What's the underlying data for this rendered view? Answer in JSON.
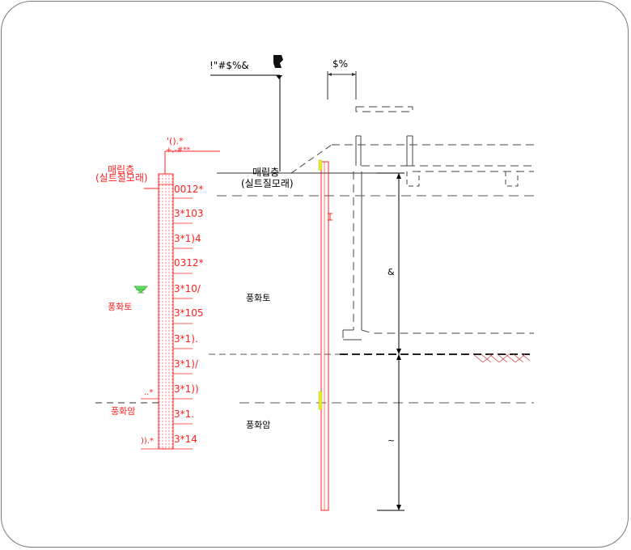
{
  "labels": {
    "top_callout": "!\"#$%&",
    "top_dimension": "$%",
    "borehole_header_1": "'().*",
    "borehole_header_2": "+,-#**",
    "layer_fill_line1": "매립층",
    "layer_fill_line2": "(실트질모래)",
    "layer_weathered_soil": "풍화토",
    "layer_weathered_rock": "풍화암",
    "section_fill_line1": "매립층",
    "section_fill_line2": "(실트질모래)",
    "section_weathered_soil": "풍화토",
    "section_weathered_rock": "풍화암",
    "depth_mark_1": "..*",
    "depth_mark_2": ")).*",
    "dim_upper": "&",
    "dim_lower": "~"
  },
  "nvalues": [
    "0012*",
    "3*103",
    "3*1)4",
    "0312*",
    "3*10/",
    "3*105",
    "3*1).",
    "3*1)/",
    "3*1))",
    "3*1.",
    "3*14"
  ],
  "colors": {
    "red": "#ff2020",
    "black": "#000000",
    "dark_gray": "#333333",
    "dash_gray": "#555555",
    "green": "#3fbf3f",
    "yellow": "#e8e830",
    "hatch": "#cc4444",
    "frame": "#7a7a7a"
  }
}
